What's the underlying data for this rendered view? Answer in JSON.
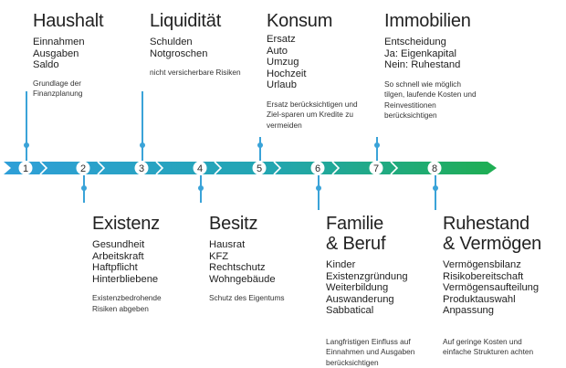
{
  "colors": {
    "line": "#3aa3d8",
    "arrow_start": "#2f9fd8",
    "arrow_mid": "#22a6b0",
    "arrow_end": "#1fae52",
    "node_fill": "#ffffff"
  },
  "nodes": [
    {
      "number": "1"
    },
    {
      "number": "2"
    },
    {
      "number": "3"
    },
    {
      "number": "4"
    },
    {
      "number": "5"
    },
    {
      "number": "6"
    },
    {
      "number": "7"
    },
    {
      "number": "8"
    }
  ],
  "stages": [
    {
      "id": "haushalt",
      "title": "Haushalt",
      "items": [
        "Einnahmen",
        "Ausgaben",
        "Saldo"
      ],
      "note": "Grundlage der\nFinanzplanung"
    },
    {
      "id": "existenz",
      "title": "Existenz",
      "items": [
        "Gesundheit",
        "Arbeitskraft",
        "Haftpflicht",
        "Hinterbliebene"
      ],
      "note": "Existenzbedrohende\nRisiken abgeben"
    },
    {
      "id": "liquiditaet",
      "title": "Liquidität",
      "items": [
        "Schulden",
        "Notgroschen"
      ],
      "note": "nicht versicherbare Risiken"
    },
    {
      "id": "besitz",
      "title": "Besitz",
      "items": [
        "Hausrat",
        "KFZ",
        "Rechtschutz",
        "Wohngebäude"
      ],
      "note": "Schutz des Eigentums"
    },
    {
      "id": "konsum",
      "title": "Konsum",
      "items": [
        "Ersatz",
        "Auto",
        "Umzug",
        "Hochzeit",
        "Urlaub"
      ],
      "note": "Ersatz berücksichtigen und\nZiel-sparen um Kredite zu\nvermeiden"
    },
    {
      "id": "familie",
      "title": "Familie\n& Beruf",
      "items": [
        "Kinder",
        "Existenzgründung",
        "Weiterbildung",
        "Auswanderung",
        "Sabbatical"
      ],
      "note": "Langfristigen Einfluss auf\nEinnahmen und Ausgaben\nberücksichtigen"
    },
    {
      "id": "immobilien",
      "title": "Immobilien",
      "items": [
        "Entscheidung",
        "Ja: Eigenkapital",
        "Nein: Ruhestand"
      ],
      "note": "So schnell wie möglich\ntilgen, laufende Kosten und\nReinvestitionen\nberücksichtigen"
    },
    {
      "id": "ruhestand",
      "title": "Ruhestand\n& Vermögen",
      "items": [
        "Vermögensbilanz",
        "Risikobereitschaft",
        "Vermögensaufteilung",
        "Produktauswahl",
        "Anpassung"
      ],
      "note": "Auf geringe Kosten und\neinfache Strukturen achten"
    }
  ]
}
